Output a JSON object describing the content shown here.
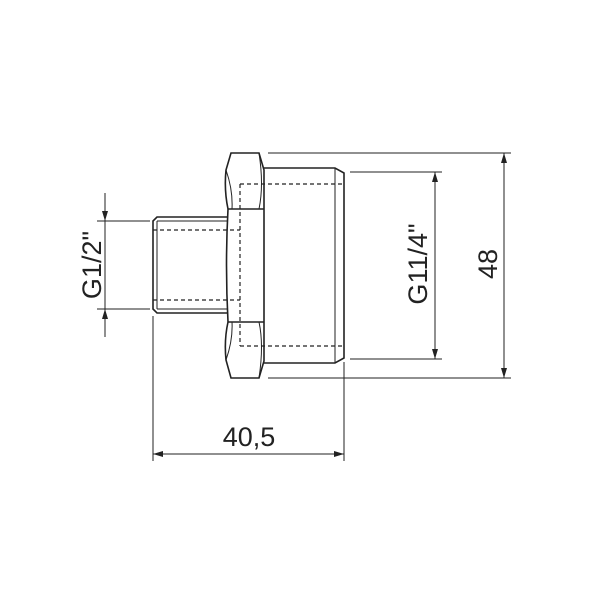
{
  "dimensions": {
    "small_thread": "G1/2\"",
    "large_thread": "G11/4\"",
    "height": "48",
    "length": "40,5"
  },
  "colors": {
    "line": "#222222",
    "background": "#ffffff"
  }
}
